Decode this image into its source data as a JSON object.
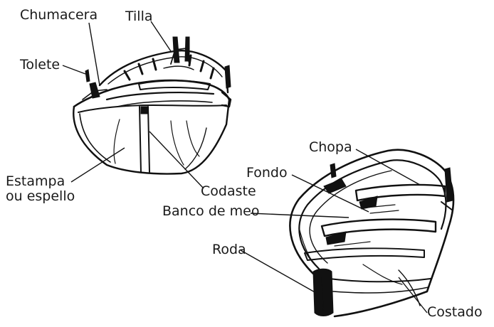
{
  "labels": {
    "chumacera": "Chumacera",
    "tilla": "Tilla",
    "tolete": "Tolete",
    "estampa_line1": "Estampa",
    "estampa_line2": "ou espello",
    "codaste": "Codaste",
    "chopa": "Chopa",
    "fondo": "Fondo",
    "banco_de_meo": "Banco de meo",
    "roda": "Roda",
    "costado": "Costado"
  }
}
